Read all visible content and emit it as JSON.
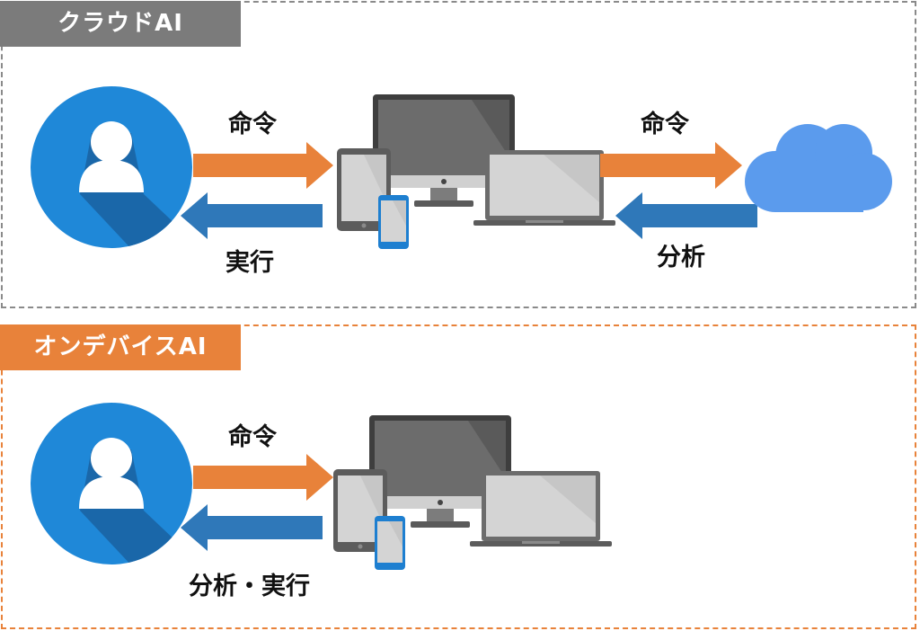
{
  "sections": {
    "cloud": {
      "tab_title": "クラウドAI",
      "to_device_label": "命令",
      "from_device_label": "実行",
      "to_cloud_label": "命令",
      "from_cloud_label": "分析"
    },
    "on_device": {
      "tab_title": "オンデバイスAI",
      "to_device_label": "命令",
      "from_device_label": "分析・実行"
    }
  },
  "colors": {
    "user_circle": "#1f88d8",
    "user_shadow": "#1a64a4",
    "command_arrow": "#e8823a",
    "response_arrow": "#2f78b9",
    "cloud": "#5b9bed",
    "cloud_tab": "#7b7b7b",
    "device_tab": "#e8823a",
    "phone": "#1e7fd0",
    "device_dark": "#5c5c5c",
    "screen": "#c6c6c6"
  },
  "icons": [
    "user-icon",
    "devices-icon",
    "cloud-icon"
  ]
}
